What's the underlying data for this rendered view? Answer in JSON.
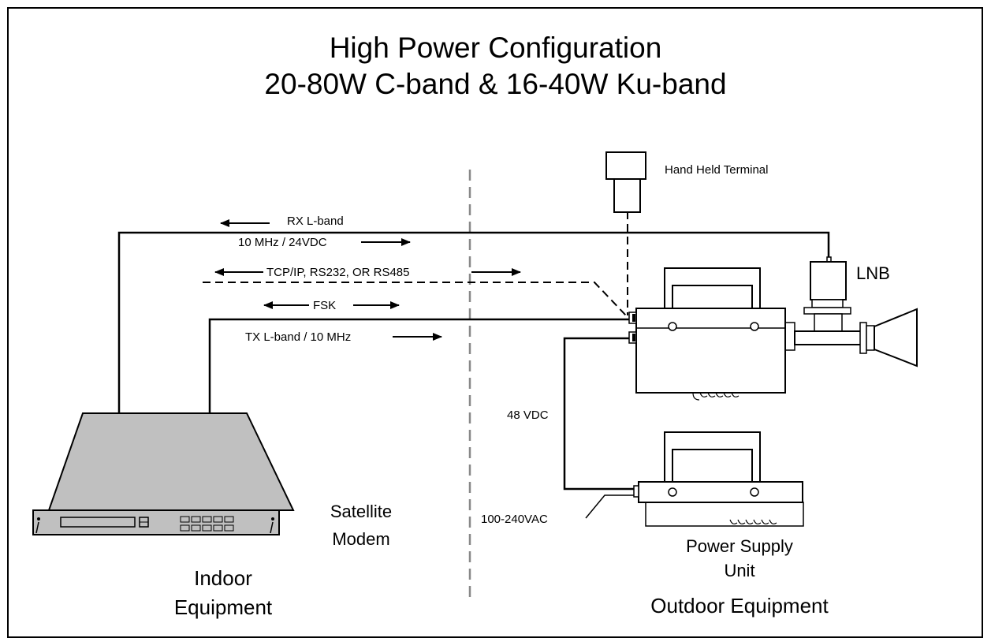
{
  "title_line1": "High Power Configuration",
  "title_line2": "20-80W C-band & 16-40W Ku-band",
  "labels": {
    "hand_held_terminal": "Hand Held Terminal",
    "lnb": "LNB",
    "rx_lband": "RX L-band",
    "ref_24vdc": "10 MHz / 24VDC",
    "tcpip": "TCP/IP, RS232, OR RS485",
    "fsk": "FSK",
    "tx_lband": "TX L-band / 10 MHz",
    "vdc48": "48 VDC",
    "vac": "100-240VAC",
    "satellite": "Satellite",
    "modem": "Modem",
    "psu_line1": "Power Supply",
    "psu_line2": "Unit",
    "indoor_line1": "Indoor",
    "indoor_line2": "Equipment",
    "outdoor": "Outdoor Equipment"
  }
}
